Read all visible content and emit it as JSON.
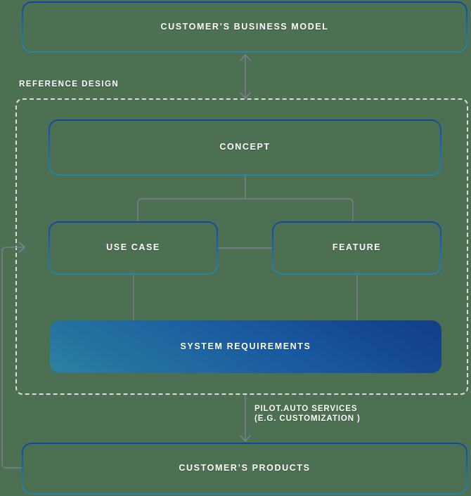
{
  "diagram": {
    "background_color": "#4d7052",
    "nodes": {
      "customers_business_model": {
        "label": "CUSTOMER’S BUSINESS MODEL",
        "style": "outlined"
      },
      "concept": {
        "label": "CONCEPT",
        "style": "outlined"
      },
      "use_case": {
        "label": "USE CASE",
        "style": "outlined"
      },
      "feature": {
        "label": "FEATURE",
        "style": "outlined"
      },
      "system_requirements": {
        "label": "SYSTEM REQUIREMENTS",
        "style": "filled-gradient"
      },
      "customers_products": {
        "label": "CUSTOMER’S PRODUCTS",
        "style": "outlined"
      }
    },
    "groups": {
      "reference_design": {
        "label": "REFERENCE DESIGN",
        "border": "dashed"
      }
    },
    "annotations": {
      "pilot_auto_services": "PILOT.AUTO SERVICES\n(E.G. CUSTOMIZATION )"
    },
    "colors": {
      "background": "#4d7052",
      "border_top": "#0d47a1",
      "border_bottom": "#2a86a8",
      "fill_gradient_start": "#2d82a0",
      "fill_gradient_end": "#123f88",
      "connector": "#7d7f96",
      "dashed_border": "#dcdcdc",
      "text": "#ffffff"
    }
  }
}
